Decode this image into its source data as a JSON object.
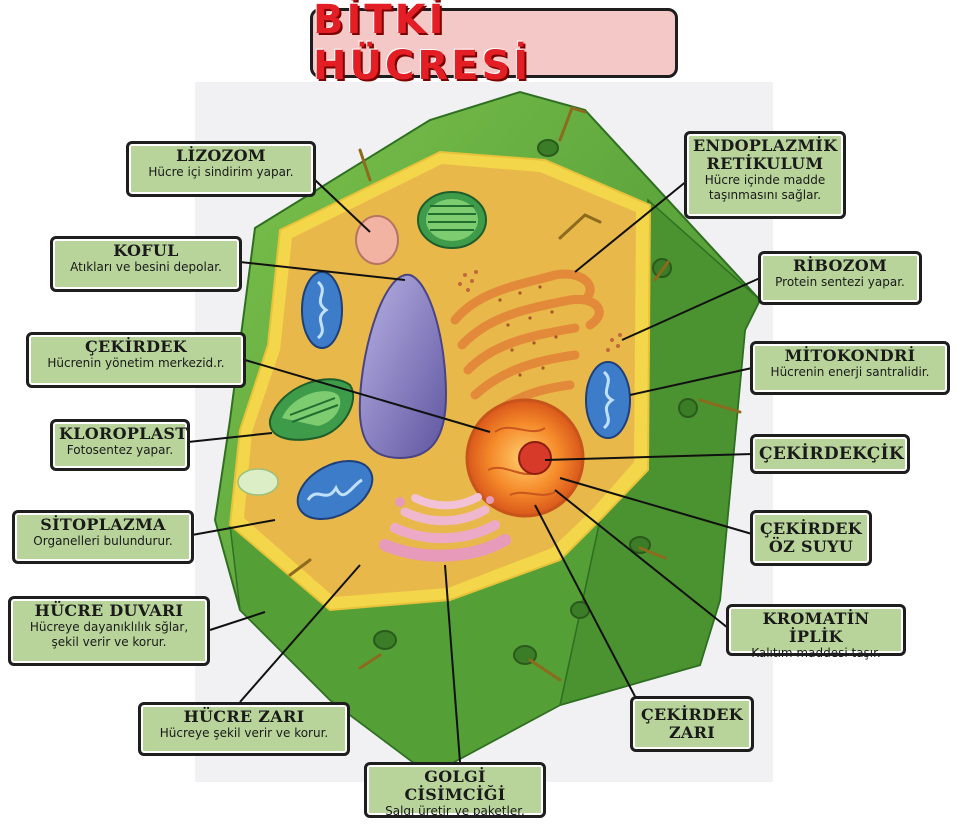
{
  "title": "BİTKİ HÜCRESİ",
  "labels": {
    "lizozom": {
      "title": "LİZOZOM",
      "desc": "Hücre içi sindirim yapar."
    },
    "koful": {
      "title": "KOFUL",
      "desc": "Atıkları ve besini depolar."
    },
    "cekirdek": {
      "title": "ÇEKİRDEK",
      "desc": "Hücrenin yönetim merkezid.r."
    },
    "kloroplast": {
      "title": "KLOROPLAST",
      "desc": "Fotosentez yapar."
    },
    "sitoplazma": {
      "title": "SİTOPLAZMA",
      "desc": "Organelleri bulundurur."
    },
    "hucre_duvari": {
      "title": "HÜCRE DUVARI",
      "desc1": "Hücreye dayanıklılık sğlar,",
      "desc2": "şekil verir ve korur."
    },
    "hucre_zari": {
      "title": "HÜCRE ZARI",
      "desc": "Hücreye şekil verir ve korur."
    },
    "golgi": {
      "title": "GOLGİ CİSİMCİĞİ",
      "desc": "Salgı üretir ve paketler."
    },
    "endoplazmik": {
      "title1": "ENDOPLAZMİK",
      "title2": "RETİKULUM",
      "desc1": "Hücre içinde madde",
      "desc2": "taşınmasını sağlar."
    },
    "ribozom": {
      "title": "RİBOZOM",
      "desc": "Protein sentezi yapar."
    },
    "mitokondri": {
      "title": "MİTOKONDRİ",
      "desc": "Hücrenin enerji santralidir."
    },
    "cekirdekcik": {
      "title": "ÇEKİRDEKÇİK"
    },
    "cekirdek_oz_suyu": {
      "title1": "ÇEKİRDEK",
      "title2": "ÖZ SUYU"
    },
    "kromatin": {
      "title": "KROMATİN İPLİK",
      "desc": "Kalıtım maddesi taşır."
    },
    "cekirdek_zari": {
      "title1": "ÇEKİRDEK",
      "title2": "ZARI"
    }
  },
  "colors": {
    "title_text": "#e31e24",
    "title_bg": "#f5c8c8",
    "label_bg": "#b8d49a",
    "cell_wall": "#5da63a",
    "cytoplasm": "#e9b84a",
    "vacuole": "#8e85c4",
    "mitochondria": "#3d7cc9",
    "golgi": "#e79ab9",
    "nucleus": "#f07d28",
    "er": "#e38a3a"
  }
}
